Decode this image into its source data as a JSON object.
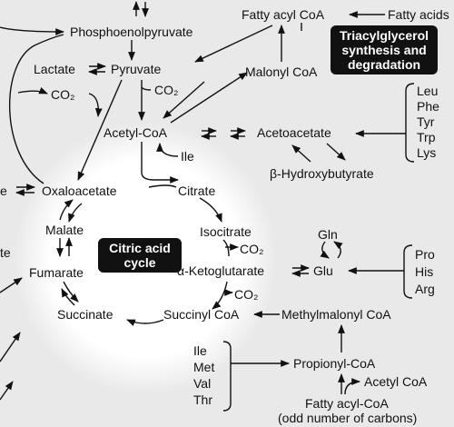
{
  "labels": {
    "fatty_acyl_coa": "Fatty acyl CoA",
    "fatty_acids": "Fatty acids",
    "phosphoenolpyruvate": "Phosphoenolpyruvate",
    "lactate": "Lactate",
    "pyruvate": "Pyruvate",
    "malonyl_coa": "Malonyl CoA",
    "co2_left": "CO₂",
    "co2_pyruvate": "CO₂",
    "acetyl_coa": "Acetyl-CoA",
    "acetoacetate": "Acetoacetate",
    "ile_small": "Ile",
    "beta_hydroxybutyrate": "β-Hydroxybutyrate",
    "e_fragment": "e",
    "oxaloacetate": "Oxaloacetate",
    "citrate": "Citrate",
    "malate": "Malate",
    "isocitrate": "Isocitrate",
    "gln": "Gln",
    "te_fragment": "te",
    "fumarate": "Fumarate",
    "co2_isocitrate": "CO₂",
    "alpha_ketoglutarate": "α-Ketoglutarate",
    "glu": "Glu",
    "co2_akg": "CO₂",
    "succinate": "Succinate",
    "succinyl_coa": "Succinyl CoA",
    "methylmalonyl_coa": "Methylmalonyl CoA",
    "propionyl_coa": "Propionyl-CoA",
    "acetyl_coa_small": "Acetyl CoA",
    "fatty_acyl_coa_odd": "Fatty acyl-CoA",
    "odd_carbons": "(odd number of carbons)"
  },
  "amino_groups": {
    "acetoacetate_group": [
      "Leu",
      "Phe",
      "Tyr",
      "Trp",
      "Lys"
    ],
    "glu_group": [
      "Pro",
      "His",
      "Arg"
    ],
    "propionyl_group": [
      "Ile",
      "Met",
      "Val",
      "Thr"
    ]
  },
  "boxes": {
    "tag_line1": "Triacylglycerol",
    "tag_line2": "synthesis and",
    "tag_line3": "degradation",
    "tca_line1": "Citric acid",
    "tca_line2": "cycle"
  },
  "colors": {
    "ink": "#111111",
    "box_bg": "#111111",
    "box_text": "#ffffff",
    "glow": "#ffffff",
    "shade": "#e8e8e8"
  }
}
